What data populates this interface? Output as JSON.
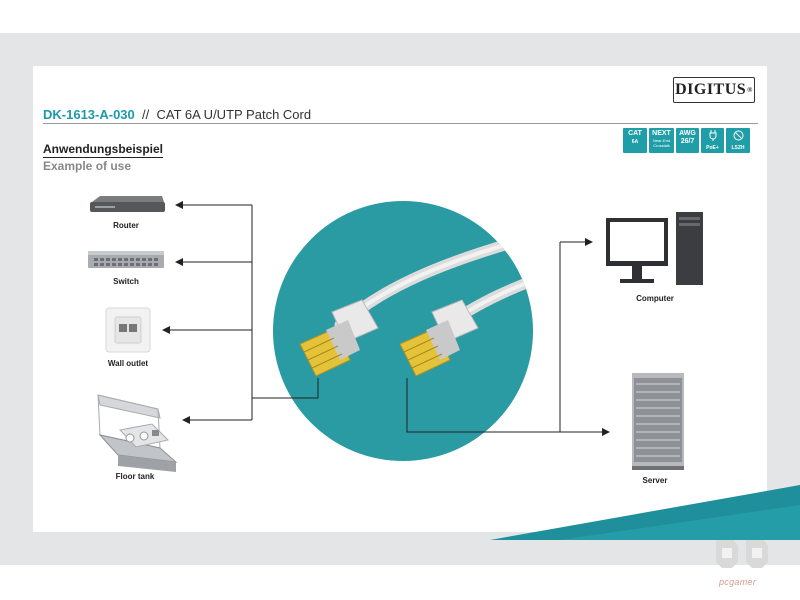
{
  "brand": {
    "logo_text": "DIGITUS",
    "logo_mark": "®"
  },
  "header": {
    "product_code": "DK-1613-A-030",
    "separator": "//",
    "product_name": "CAT 6A U/UTP Patch Cord"
  },
  "badges": [
    {
      "icon": "cat6a-badge",
      "line1": "CAT",
      "line2": "6A",
      "sub": ""
    },
    {
      "icon": "next-badge",
      "line1": "NEXT",
      "line2": "",
      "sub": "Near-End Crosstalk"
    },
    {
      "icon": "awg-badge",
      "line1": "AWG",
      "line2": "26/7",
      "sub": ""
    },
    {
      "icon": "poe-badge",
      "line1": "",
      "line2": "PoE+",
      "sub": ""
    },
    {
      "icon": "lszh-badge",
      "line1": "",
      "line2": "LSZH",
      "sub": ""
    }
  ],
  "section": {
    "title_de": "Anwendungsbeispiel",
    "title_en": "Example of use"
  },
  "devices_left": [
    {
      "icon": "router-icon",
      "label": "Router"
    },
    {
      "icon": "switch-icon",
      "label": "Switch"
    },
    {
      "icon": "wall-outlet-icon",
      "label": "Wall outlet"
    },
    {
      "icon": "floor-tank-icon",
      "label": "Floor tank"
    }
  ],
  "devices_right": [
    {
      "icon": "computer-icon",
      "label": "Computer"
    },
    {
      "icon": "server-icon",
      "label": "Server"
    }
  ],
  "colors": {
    "accent": "#1f9ea8",
    "circle": "#2a9aa3",
    "line": "#222222"
  },
  "watermark": {
    "text": "pcgamer"
  }
}
